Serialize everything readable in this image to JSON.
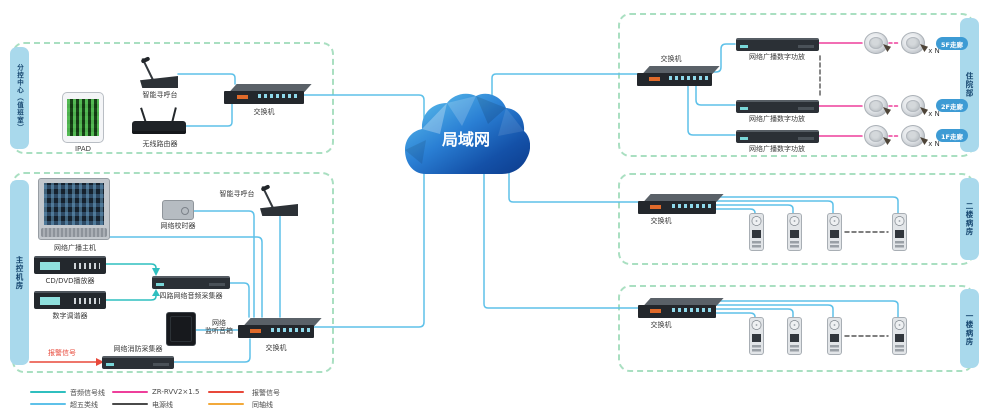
{
  "colors": {
    "audio_line": "#2fbfbf",
    "cat5_line": "#5ec1e9",
    "power_line": "#4a4a4a",
    "alarm_line": "#e8483a",
    "zr_line": "#ee3f9b",
    "coax_line": "#f2a93b",
    "dash_line": "#555555",
    "box_border": "#a9dfc1",
    "tab_bg": "#a9d9ec",
    "badge_bg": "#3d9bd4"
  },
  "cloud": {
    "label": "局域网"
  },
  "branch": {
    "tab": "分控中心（值班室）",
    "ipad_label": "IPAD",
    "paging_label": "智能寻呼台",
    "router_label": "无线路由器",
    "switch_label": "交换机"
  },
  "main_room": {
    "tab": "主控机房",
    "host_label": "网络广播主机",
    "timer_label": "网络校时器",
    "paging_label": "智能寻呼台",
    "cd_label": "CD/DVD播放器",
    "collector_label": "四路网络音频采集器",
    "tuner_label": "数字调谐器",
    "monitor_label_1": "网络",
    "monitor_label_2": "监听音箱",
    "switch_label": "交换机",
    "fire_label": "网络消防采集器",
    "alarm_label": "报警信号"
  },
  "inpatient": {
    "tab": "住院部",
    "switch_label": "交换机",
    "amp_labels": [
      "网络广播数字功放",
      "网络广播数字功放",
      "网络广播数字功放"
    ],
    "count_label": "x N",
    "badges": [
      "5F走廊",
      "2F走廊",
      "1F走廊"
    ]
  },
  "ward2": {
    "tab": "二楼病房",
    "switch_label": "交换机"
  },
  "ward1": {
    "tab": "一楼病房",
    "switch_label": "交换机"
  },
  "legend": {
    "items": [
      {
        "label": "音频信号线",
        "color": "#2fbfbf"
      },
      {
        "label": "ZR-RVV2×1.5",
        "color": "#ee3f9b"
      },
      {
        "label": "报警信号",
        "color": "#e8483a"
      },
      {
        "label": "超五类线",
        "color": "#5ec1e9"
      },
      {
        "label": "电源线",
        "color": "#4a4a4a"
      },
      {
        "label": "同轴线",
        "color": "#f2a93b"
      }
    ]
  }
}
